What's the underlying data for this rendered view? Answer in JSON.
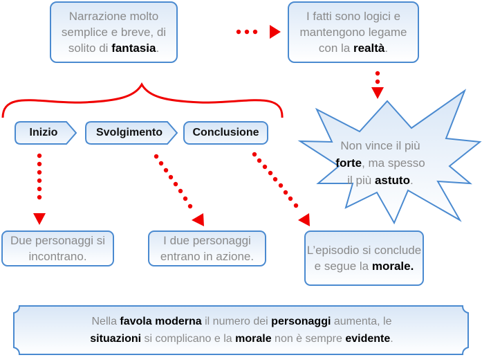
{
  "colors": {
    "accent_border": "#4a8ad0",
    "arrow": "#f00000",
    "emphasis_text": "#000000",
    "body_text": "#8a8a8a"
  },
  "top_left_box": {
    "pre": "Narrazione molto semplice e breve, di solito di ",
    "bold": "fantasia",
    "post": "."
  },
  "top_right_box": {
    "pre": "I fatti sono logici e mantengono legame con la ",
    "bold": "realtà",
    "post": "."
  },
  "starburst": {
    "line1": "Non vince il più",
    "bold1": "forte",
    "mid": ", ma spesso",
    "line3_pre": "il più ",
    "bold2": "astuto",
    "post": "."
  },
  "stages": [
    {
      "label": "Inizio"
    },
    {
      "label": "Svolgimento"
    },
    {
      "label": "Conclusione"
    }
  ],
  "stage_results": [
    {
      "text": "Due personaggi si incontrano."
    },
    {
      "text": "I due personaggi entrano in azione."
    },
    {
      "pre": "L’episodio si conclude e segue la ",
      "bold": "morale",
      "post": "."
    }
  ],
  "bottom_note": {
    "p1": "Nella ",
    "b1": "favola moderna",
    "p2": " il numero dei ",
    "b2": "personaggi",
    "p3": " aumenta, le ",
    "b3": "situazioni",
    "p4": " si complicano e la ",
    "b4": "morale",
    "p5": " non è sempre ",
    "b5": "evidente",
    "p6": "."
  }
}
